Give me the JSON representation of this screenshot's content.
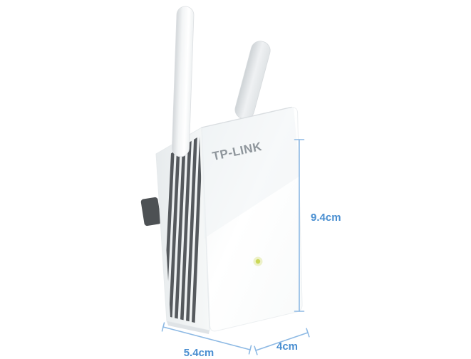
{
  "product": {
    "brand_logo": "TP-LINK"
  },
  "dimensions": {
    "height": {
      "label": "9.4cm"
    },
    "depth": {
      "label": "5.4cm"
    },
    "width": {
      "label": "4cm"
    }
  },
  "colors": {
    "annotation_line": "#8db9e4",
    "annotation_text": "#4a8fd1",
    "logo_text": "#8f969c",
    "vent": "#55595d",
    "led": "#cbd857",
    "plug": "#4d5154"
  }
}
